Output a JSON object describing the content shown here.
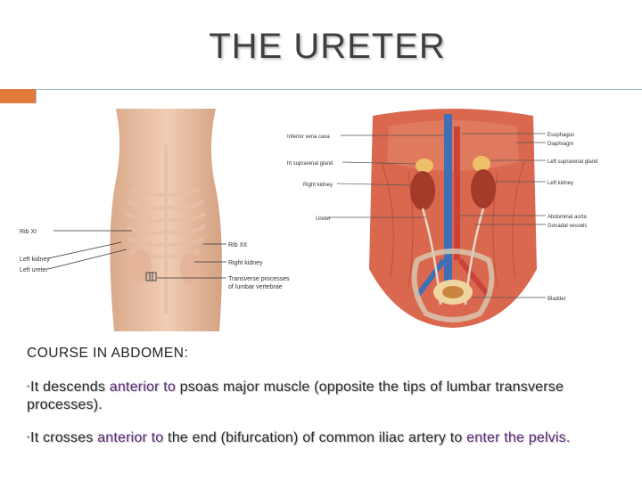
{
  "title": "THE URETER",
  "figure_left": {
    "labels_left": [
      "Rib XI",
      "Left kidney",
      "Left ureter"
    ],
    "labels_right": [
      "Rib XII",
      "Right kidney",
      "Transverse processes",
      "of lumbar vertebrae"
    ]
  },
  "figure_right": {
    "labels_left": [
      "Inferior vena cava",
      "ht suprarenal gland",
      "Right kidney",
      "Ureter"
    ],
    "labels_right": [
      "Esophagus",
      "Diaphragm",
      "Left suprarenal gland",
      "Left kidney",
      "Abdominal aorta",
      "Gonadal vessels",
      "Bladder"
    ]
  },
  "content": {
    "heading": "COURSE IN ABDOMEN:",
    "bullet_symbol": "▪",
    "p1": {
      "a": "It descends ",
      "b": "anterior to",
      "c": " psoas major muscle (opposite the tips of lumbar transverse processes)."
    },
    "p2": {
      "a": "It crosses ",
      "b": "anterior to",
      "c": " the end (bifurcation) of common iliac artery to ",
      "d": "enter the pelvis."
    }
  },
  "colors": {
    "title": "#3f3f3f",
    "accent": "#e07b39",
    "rule": "#9fb6cd",
    "highlight": "#5b2a78"
  }
}
